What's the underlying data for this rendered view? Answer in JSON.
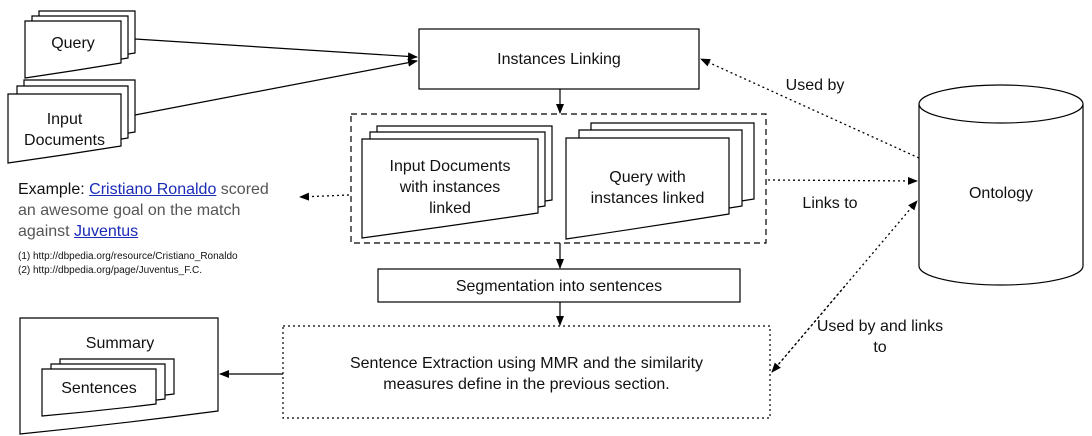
{
  "diagram": {
    "nodes": {
      "query": "Query",
      "input_documents": [
        "Input",
        "Documents"
      ],
      "instances_linking": "Instances Linking",
      "input_docs_linked": [
        "Input Documents",
        "with instances",
        "linked"
      ],
      "query_linked": [
        "Query with",
        "instances linked"
      ],
      "segmentation": "Segmentation into sentences",
      "sentence_extraction": [
        "Sentence Extraction using MMR and the similarity",
        "measures define in the previous section."
      ],
      "summary": "Summary",
      "sentences": "Sentences",
      "ontology": "Ontology"
    },
    "edge_labels": {
      "used_by": "Used by",
      "links_to": "Links to",
      "used_by_links_to": [
        "Used by and links",
        "to"
      ]
    },
    "example": {
      "prefix": "Example:",
      "entity1": "Cristiano Ronaldo",
      "middle": "scored an awesome goal on the match against",
      "entity2": "Juventus",
      "refs": [
        "(1) http://dbpedia.org/resource/Cristiano_Ronaldo",
        "(2) http://dbpedia.org/page/Juventus_F.C."
      ]
    }
  }
}
